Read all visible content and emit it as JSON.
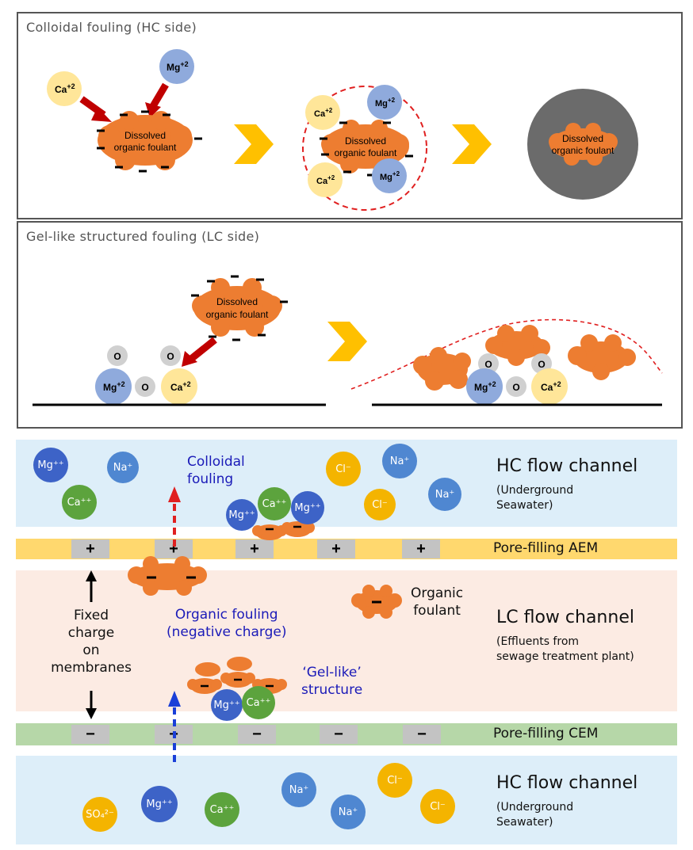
{
  "panel1": {
    "title": "Colloidal fouling (HC side)",
    "ion_ca": "Ca",
    "ion_mg": "Mg",
    "sup": "+2",
    "foulant_line1": "Dissolved",
    "foulant_line2": "organic foulant"
  },
  "panel2": {
    "title": "Gel-like structured fouling (LC side)",
    "o_label": "O"
  },
  "diagram": {
    "hc_top_title": "HC flow channel",
    "hc_top_sub1": "(Underground",
    "hc_top_sub2": "Seawater)",
    "aem_label": "Pore-filling AEM",
    "lc_title": "LC flow channel",
    "lc_sub1": "(Effluents from",
    "lc_sub2": "sewage treatment plant)",
    "cem_label": "Pore-filling CEM",
    "hc_bottom_title": "HC flow channel",
    "hc_bottom_sub1": "(Underground",
    "hc_bottom_sub2": "Seawater)",
    "colloidal_1": "Colloidal",
    "colloidal_2": "fouling",
    "organic_fouling_1": "Organic fouling",
    "organic_fouling_2": "(negative charge)",
    "organic_1": "Organic",
    "organic_2": "foulant",
    "fixed_1": "Fixed",
    "fixed_2": "charge",
    "fixed_3": "on",
    "fixed_4": "membranes",
    "gel_1": "‘Gel-like’",
    "gel_2": "structure",
    "plus": "+",
    "minus": "−",
    "ion_mg": "Mg⁺⁺",
    "ion_na": "Na⁺",
    "ion_ca": "Ca⁺⁺",
    "ion_cl": "Cl⁻",
    "ion_so4": "SO₄²⁻"
  },
  "colors": {
    "foulant": "#ed7d31",
    "ca_light": "#ffe699",
    "mg_light": "#8faadc",
    "arrow_red": "#c00000",
    "chevron": "#ffc000",
    "hc_band": "#ddeef9",
    "lc_band": "#fcebe3",
    "aem": "#ffd86e",
    "cem": "#b6d7a8"
  }
}
